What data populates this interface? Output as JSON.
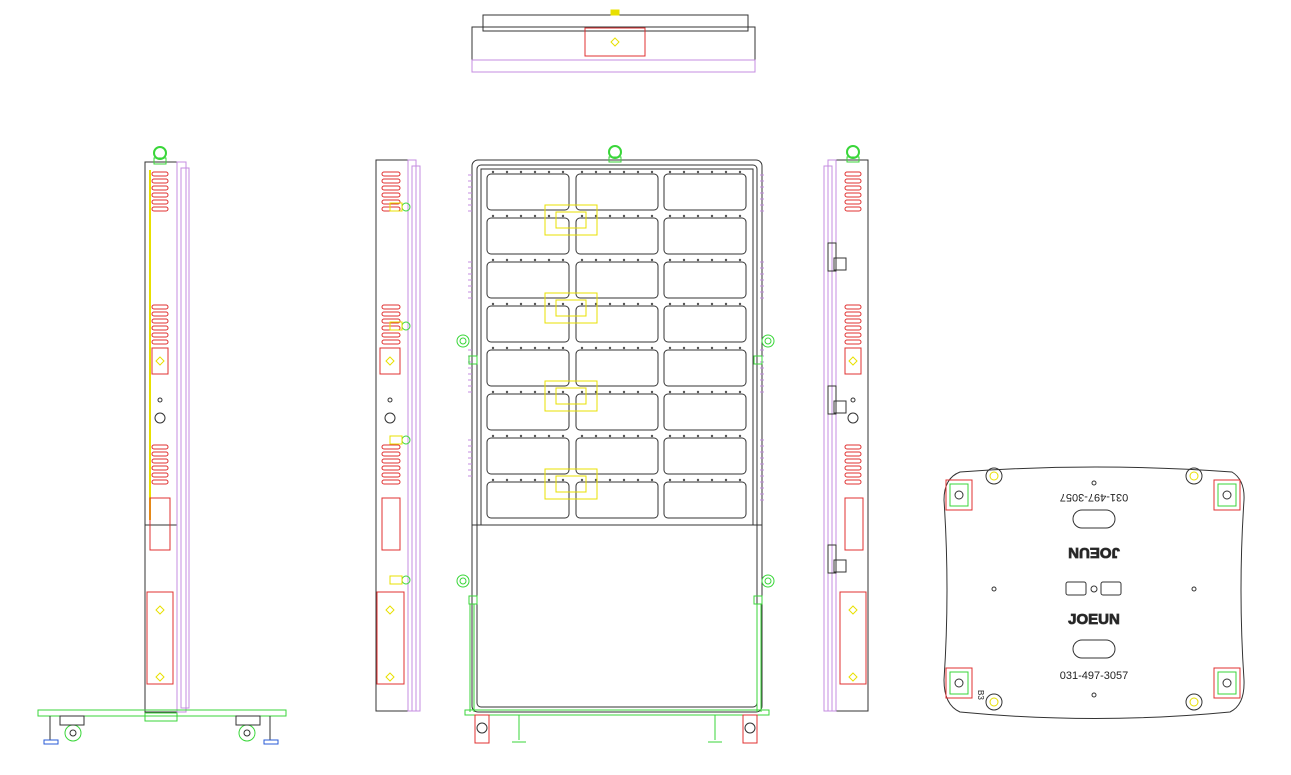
{
  "base_plate": {
    "text_phone": "031-497-3057",
    "text_brand": "JOEUN",
    "text_brand_mirrored": "JOEUN",
    "text_phone_mirrored": "031-497-3057",
    "side_mark": "B3"
  },
  "colors": {
    "outline": "#333333",
    "red": "#e03030",
    "yellow": "#e8e000",
    "green": "#39d639",
    "violet": "#c48ce0",
    "blue": "#2a5bd7",
    "background": "#ffffff"
  }
}
